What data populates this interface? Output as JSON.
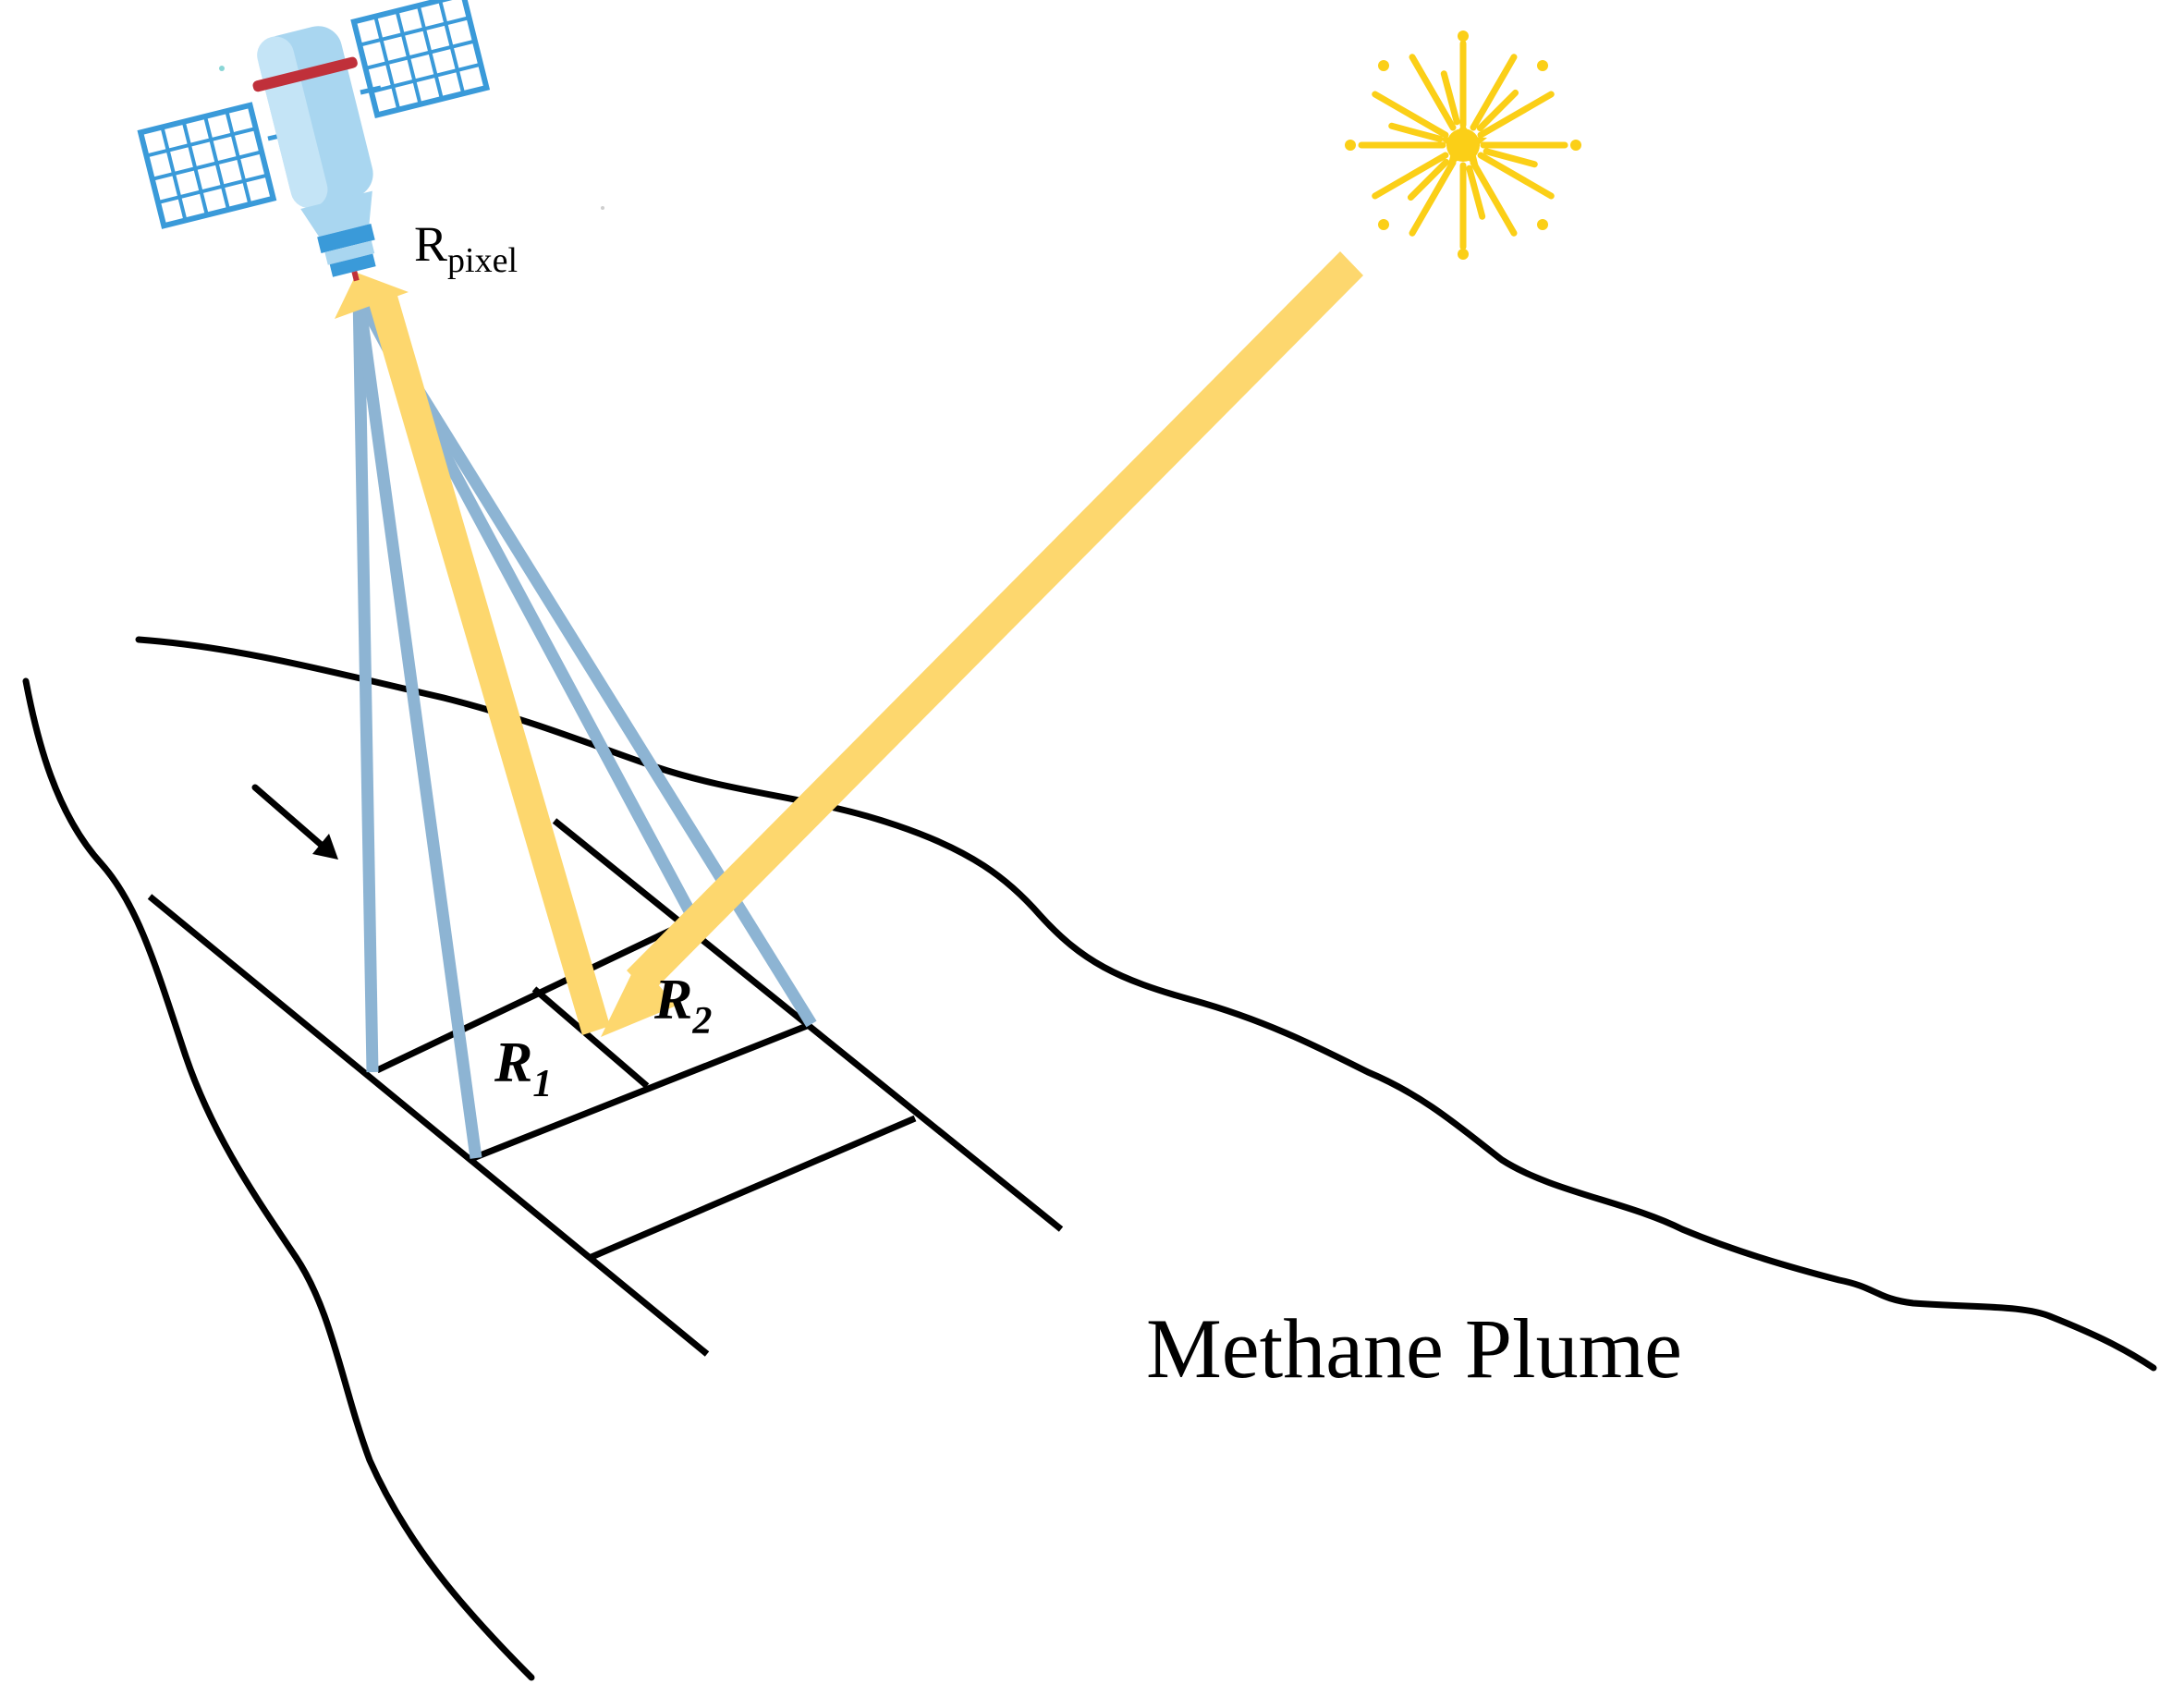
{
  "labels": {
    "sensor_radiance_main": "R",
    "sensor_radiance_sub": "pixel",
    "region1_main": "R",
    "region1_sub": "1",
    "region2_main": "R",
    "region2_sub": "2",
    "plume": "Methane Plume"
  },
  "icons": {
    "satellite": "satellite-icon",
    "sun": "sun-icon",
    "wind_direction": "arrow-icon"
  },
  "colors": {
    "sunlight": "#fdd76e",
    "sun": "#fbcf17",
    "view_beams": "#8db4d3",
    "satellite_body": "#a9d6f0",
    "solar_panel": "#3a9ad9",
    "outline": "#000000"
  }
}
